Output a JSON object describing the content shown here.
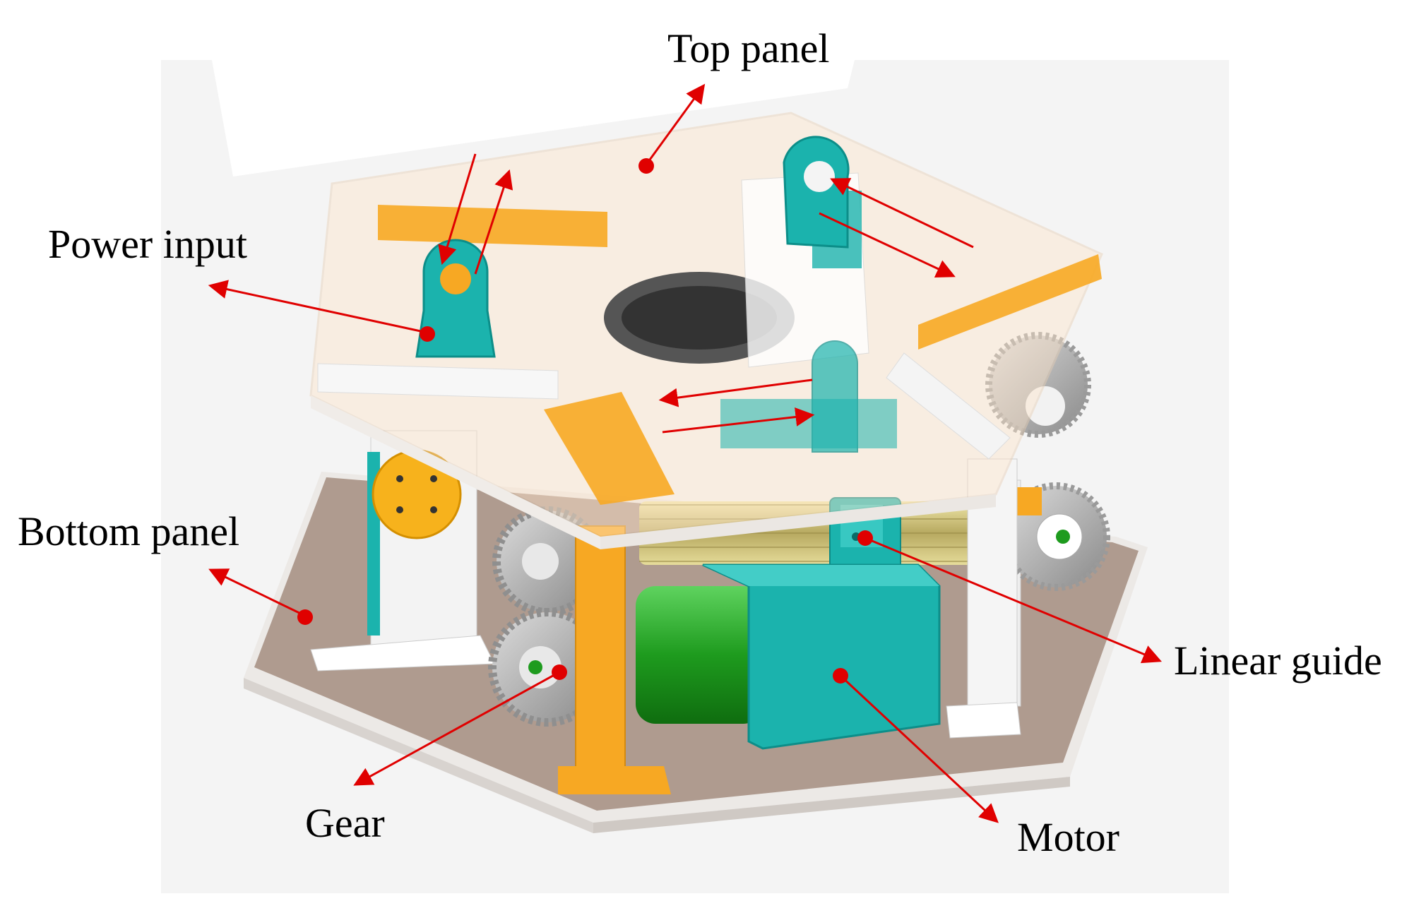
{
  "labels": {
    "top_panel": "Top panel",
    "power_input": "Power input",
    "bottom_panel": "Bottom panel",
    "linear_guide": "Linear guide",
    "gear": "Gear",
    "motor": "Motor"
  },
  "colors": {
    "annotation": "#e00000",
    "frame_teal": "#1bb3ad",
    "bracket_orange": "#f7a823",
    "motor_green": "#1e9b1e",
    "base_plate": "#a99488",
    "background": "#f4f4f4"
  }
}
